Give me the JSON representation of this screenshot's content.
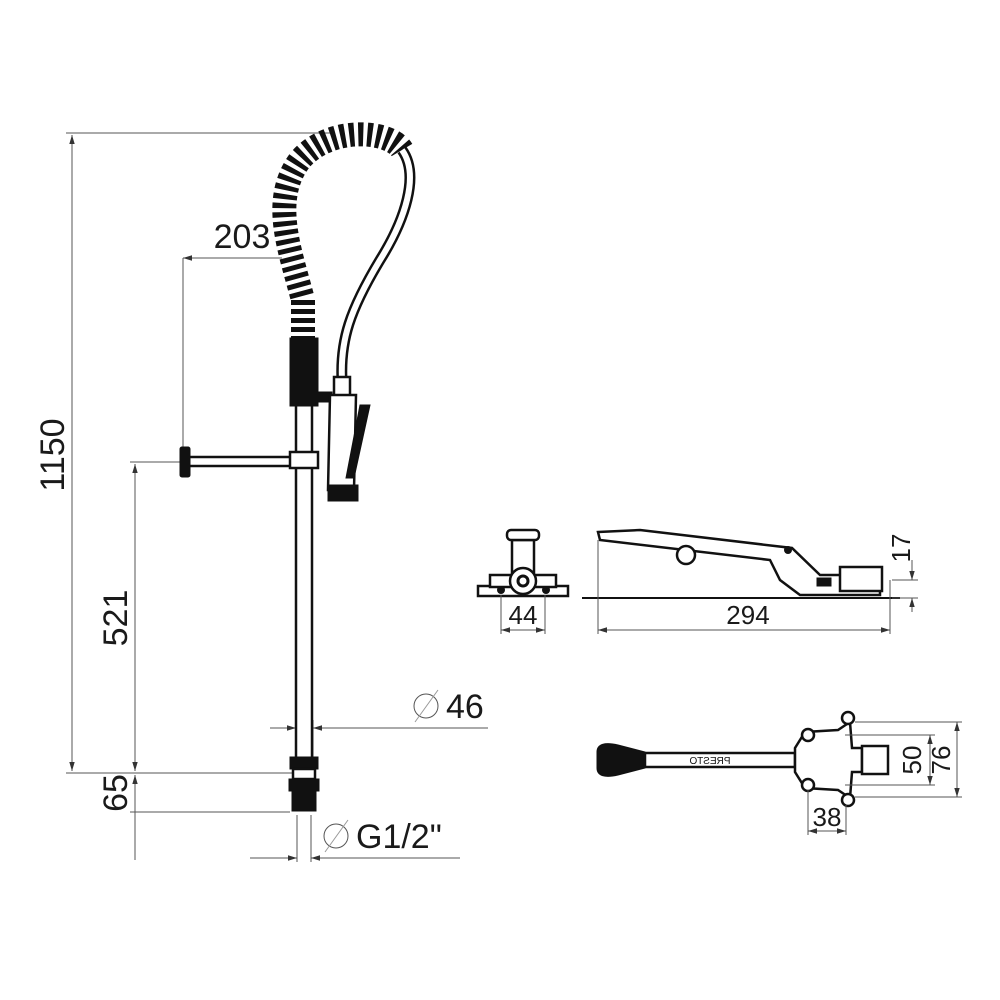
{
  "title": "Pre-rinse faucet with foot pedal technical drawing",
  "faucet_dimensions": {
    "total_height": "1150",
    "reach": "203",
    "bar_height": "521",
    "base_height": "65",
    "pole_diameter": "46",
    "connection": "G1/2\""
  },
  "pedal_dimensions": {
    "front_width": "44",
    "length": "294",
    "height": "17",
    "inner_width": "50",
    "outer_width": "76",
    "hole_spacing": "38"
  },
  "pedal_brand": "PRESTO"
}
